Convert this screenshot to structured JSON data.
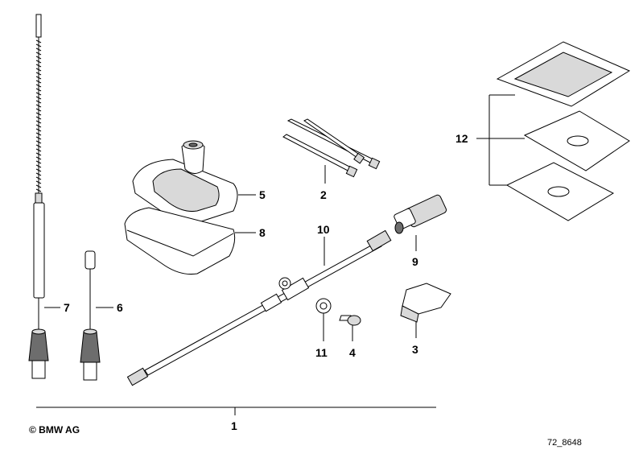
{
  "callouts": {
    "c1": "1",
    "c2": "2",
    "c3": "3",
    "c4": "4",
    "c5": "5",
    "c6": "6",
    "c7": "7",
    "c8": "8",
    "c9": "9",
    "c10": "10",
    "c11": "11",
    "c12": "12"
  },
  "footer": {
    "copyright": "© BMW AG",
    "drawing_number": "72_8648"
  }
}
